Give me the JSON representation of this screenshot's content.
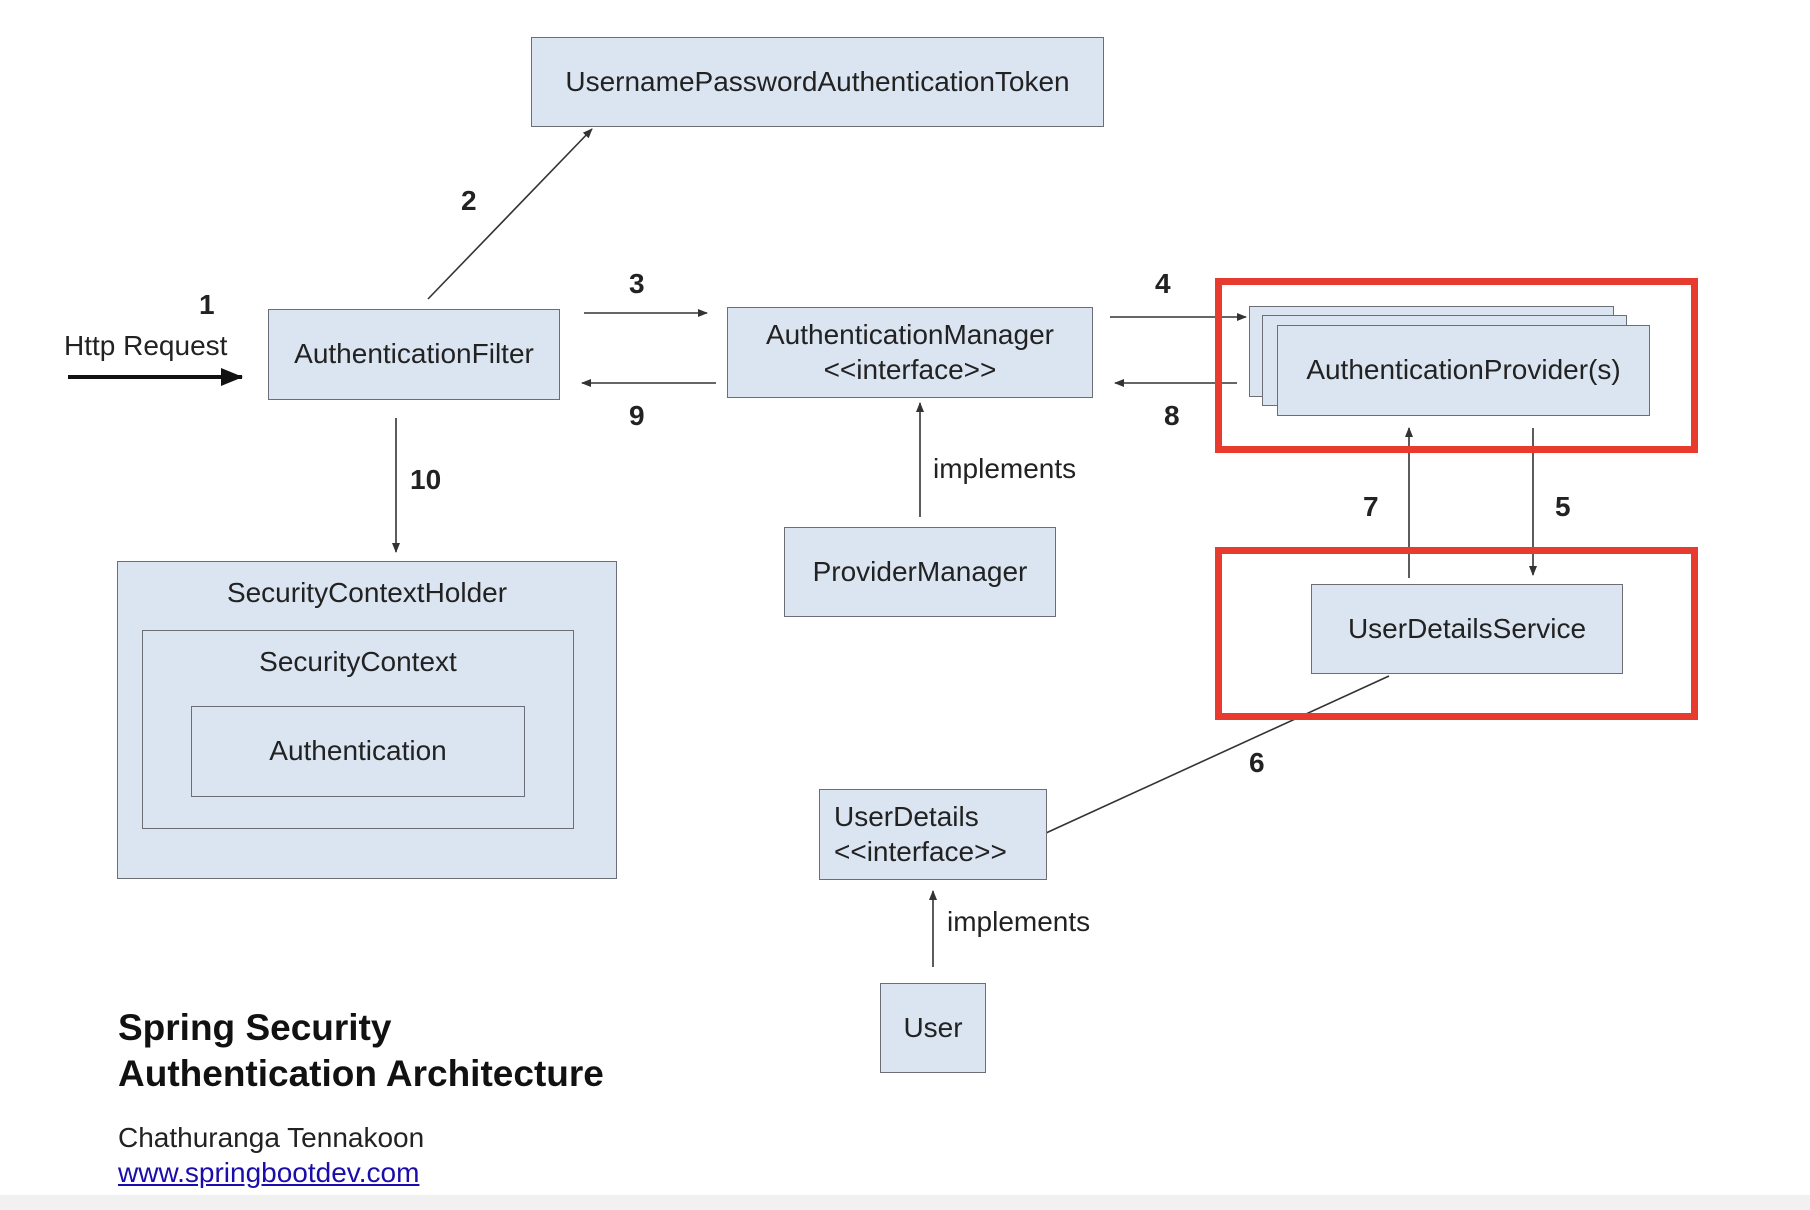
{
  "diagram": {
    "nodes": {
      "token": "UsernamePasswordAuthenticationToken",
      "filter": "AuthenticationFilter",
      "manager": "AuthenticationManager\n<<interface>>",
      "providers": "AuthenticationProvider(s)",
      "provider_manager": "ProviderManager",
      "user_details_service": "UserDetailsService",
      "security_context_holder": "SecurityContextHolder",
      "security_context": "SecurityContext",
      "authentication": "Authentication",
      "user_details": "UserDetails\n<<interface>>",
      "user": "User"
    },
    "labels": {
      "http_request": "Http Request",
      "implements_manager": "implements",
      "implements_user": "implements"
    },
    "steps": {
      "s1": "1",
      "s2": "2",
      "s3": "3",
      "s4": "4",
      "s5": "5",
      "s6": "6",
      "s7": "7",
      "s8": "8",
      "s9": "9",
      "s10": "10"
    },
    "highlight_color": "#e63b2e",
    "box_fill": "#dbe5f1"
  },
  "caption": {
    "title_line1": "Spring Security",
    "title_line2": "Authentication Architecture",
    "author": "Chathuranga Tennakoon",
    "link": "www.springbootdev.com"
  }
}
